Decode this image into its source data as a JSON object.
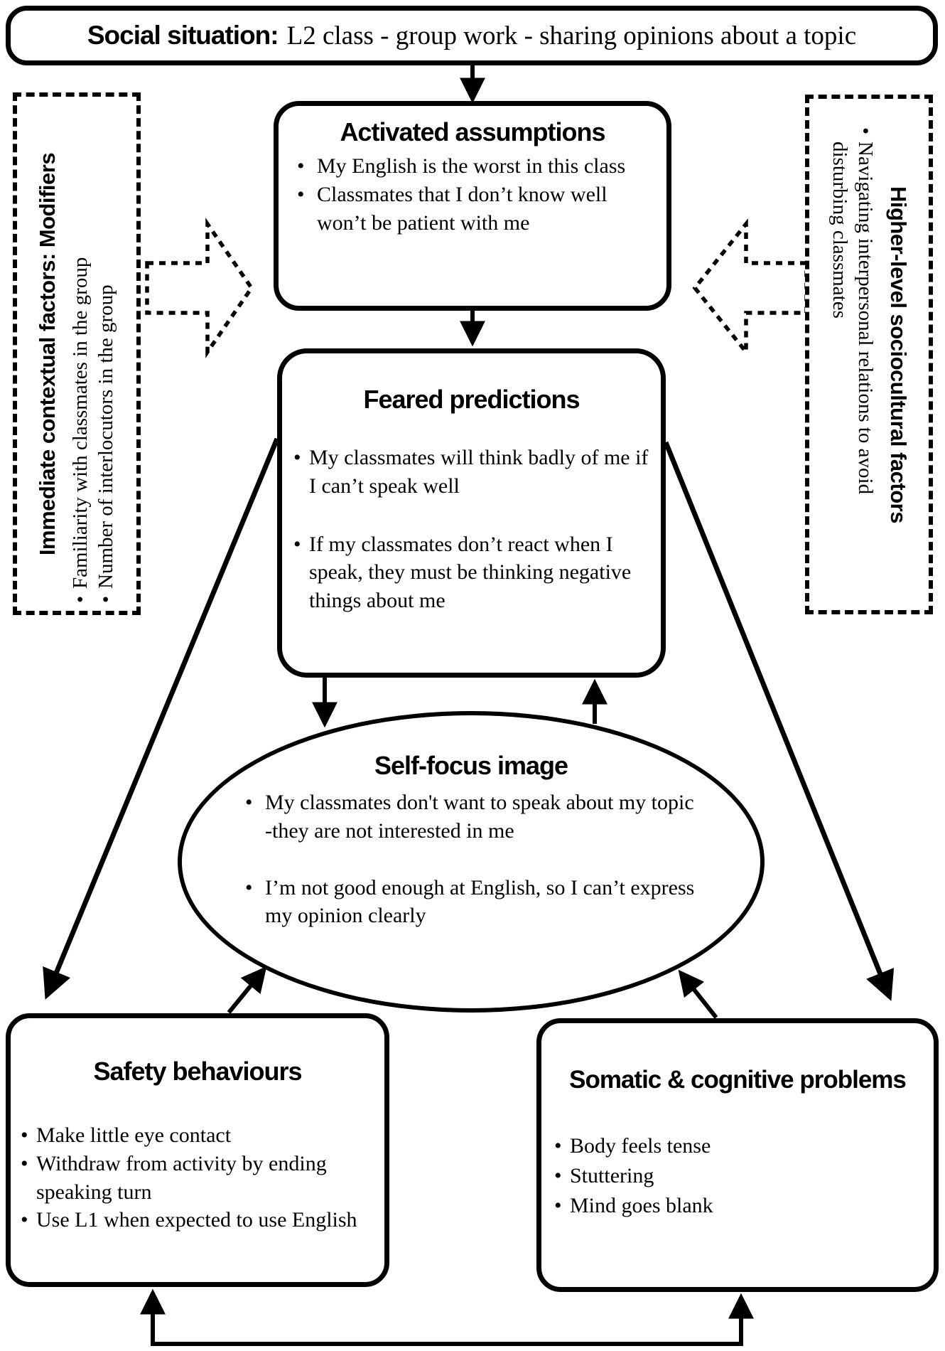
{
  "ui": {
    "bullet": "•"
  },
  "colors": {
    "ink": "#000000",
    "background": "#ffffff"
  },
  "social_situation": {
    "label": "Social situation:",
    "text": "L2 class - group work - sharing opinions about a topic"
  },
  "activated_assumptions": {
    "title": "Activated assumptions",
    "bullets": [
      "My English is the worst in this class",
      "Classmates that I don’t know well won’t be patient with me"
    ]
  },
  "feared_predictions": {
    "title": "Feared predictions",
    "bullets": [
      "My classmates will think badly of me if I can’t speak well",
      "If my classmates don’t react when I speak, they must be thinking negative things about me"
    ]
  },
  "self_focus_image": {
    "title": "Self-focus image",
    "bullets": [
      "My classmates don't want to speak about my topic -they are not interested in me",
      "I’m not good enough at English, so I can’t express my opinion clearly"
    ]
  },
  "safety_behaviours": {
    "title": "Safety behaviours",
    "bullets": [
      "Make little eye contact",
      "Withdraw from activity by ending speaking turn",
      "Use L1 when expected to use English"
    ]
  },
  "somatic_cognitive_problems": {
    "title": "Somatic & cognitive problems",
    "bullets": [
      "Body feels tense",
      "Stuttering",
      "Mind goes blank"
    ]
  },
  "immediate_contextual_factors": {
    "title": "Immediate contextual factors: Modifiers",
    "bullets": [
      "Familiarity with classmates in the group",
      "Number of interlocutors in the group"
    ]
  },
  "higher_level_sociocultural_factors": {
    "title": "Higher-level sociocultural factors",
    "bullets": [
      "Navigating interpersonal relations to avoid disturbing classmates"
    ]
  }
}
